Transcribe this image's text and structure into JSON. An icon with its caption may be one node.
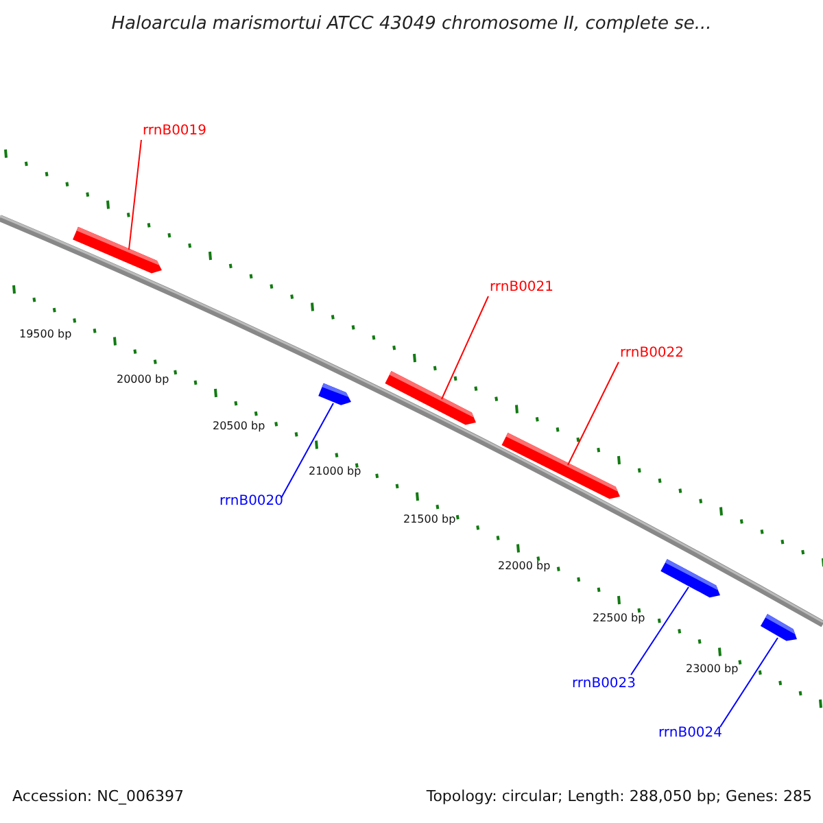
{
  "diagram": {
    "title": "Haloarcula marismortui ATCC 43049 chromosome II, complete se...",
    "nodes": [
      {
        "text": [
          "rrnB0019"
        ]
      },
      {
        "text": [],
        "shape": "bar"
      },
      {
        "text": [
          "rrnB0021"
        ]
      },
      {
        "text": [],
        "shape": "bar"
      },
      {
        "text": [
          "rrnB0022"
        ]
      },
      {
        "text": [],
        "shape": "bar"
      },
      {
        "text": [],
        "shape": "bar"
      },
      {
        "text": [
          "rrnB0020"
        ]
      },
      {
        "text": [],
        "shape": "bar"
      },
      {
        "text": [],
        "shape": "bar"
      },
      {
        "text": [
          "rrnB0023"
        ]
      },
      {
        "text": [
          "rrnB0024"
        ]
      }
    ],
    "edges": [
      {
        "from": 0,
        "to": 1,
        "arrow": "none"
      },
      {
        "from": 2,
        "to": 3,
        "arrow": "none"
      },
      {
        "from": 4,
        "to": 5,
        "arrow": "none"
      },
      {
        "from": 7,
        "to": 6,
        "arrow": "none",
        "color": "#0000ff"
      },
      {
        "from": 10,
        "to": 8,
        "arrow": "none",
        "color": "#0000ff"
      },
      {
        "from": 11,
        "to": 9,
        "arrow": "none",
        "color": "#0000ff"
      }
    ],
    "labels": [
      "19500 bp",
      "20000 bp",
      "20500 bp",
      "21000 bp",
      "21500 bp",
      "22000 bp",
      "22500 bp",
      "23000 bp",
      "Accession: NC_006397",
      "Topology: circular; Length: 288,050 bp; Genes: 285"
    ]
  }
}
